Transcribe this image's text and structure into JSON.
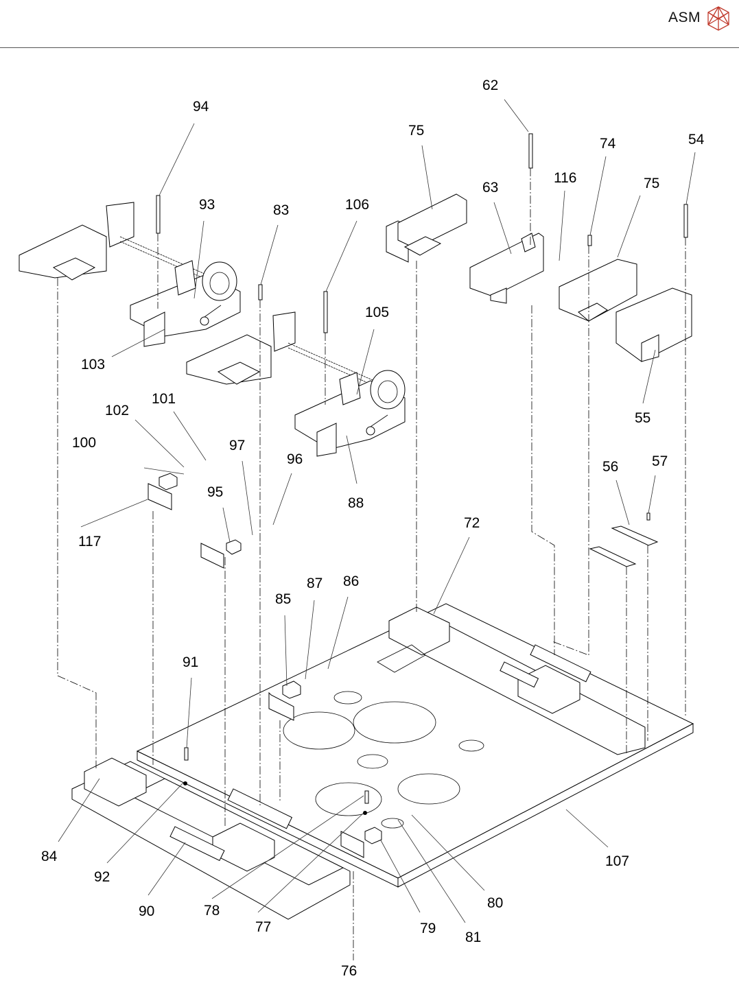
{
  "header": {
    "brand": "ASM",
    "logo_icon": "asm-hexagon-logo-icon",
    "logo_color": "#c0392b"
  },
  "drawing": {
    "type": "exploded-assembly-view",
    "labels": [
      {
        "id": "54",
        "text": "54"
      },
      {
        "id": "55",
        "text": "55"
      },
      {
        "id": "56",
        "text": "56"
      },
      {
        "id": "57",
        "text": "57"
      },
      {
        "id": "62",
        "text": "62"
      },
      {
        "id": "63",
        "text": "63"
      },
      {
        "id": "72",
        "text": "72"
      },
      {
        "id": "74",
        "text": "74"
      },
      {
        "id": "75a",
        "text": "75"
      },
      {
        "id": "75b",
        "text": "75"
      },
      {
        "id": "76",
        "text": "76"
      },
      {
        "id": "77",
        "text": "77"
      },
      {
        "id": "78",
        "text": "78"
      },
      {
        "id": "79",
        "text": "79"
      },
      {
        "id": "80",
        "text": "80"
      },
      {
        "id": "81",
        "text": "81"
      },
      {
        "id": "83",
        "text": "83"
      },
      {
        "id": "84",
        "text": "84"
      },
      {
        "id": "85",
        "text": "85"
      },
      {
        "id": "86",
        "text": "86"
      },
      {
        "id": "87",
        "text": "87"
      },
      {
        "id": "88",
        "text": "88"
      },
      {
        "id": "90",
        "text": "90"
      },
      {
        "id": "91",
        "text": "91"
      },
      {
        "id": "92",
        "text": "92"
      },
      {
        "id": "93",
        "text": "93"
      },
      {
        "id": "94",
        "text": "94"
      },
      {
        "id": "95",
        "text": "95"
      },
      {
        "id": "96",
        "text": "96"
      },
      {
        "id": "97",
        "text": "97"
      },
      {
        "id": "100",
        "text": "100"
      },
      {
        "id": "101",
        "text": "101"
      },
      {
        "id": "102",
        "text": "102"
      },
      {
        "id": "103",
        "text": "103"
      },
      {
        "id": "105",
        "text": "105"
      },
      {
        "id": "106",
        "text": "106"
      },
      {
        "id": "107",
        "text": "107"
      },
      {
        "id": "116",
        "text": "116"
      },
      {
        "id": "117",
        "text": "117"
      }
    ]
  }
}
